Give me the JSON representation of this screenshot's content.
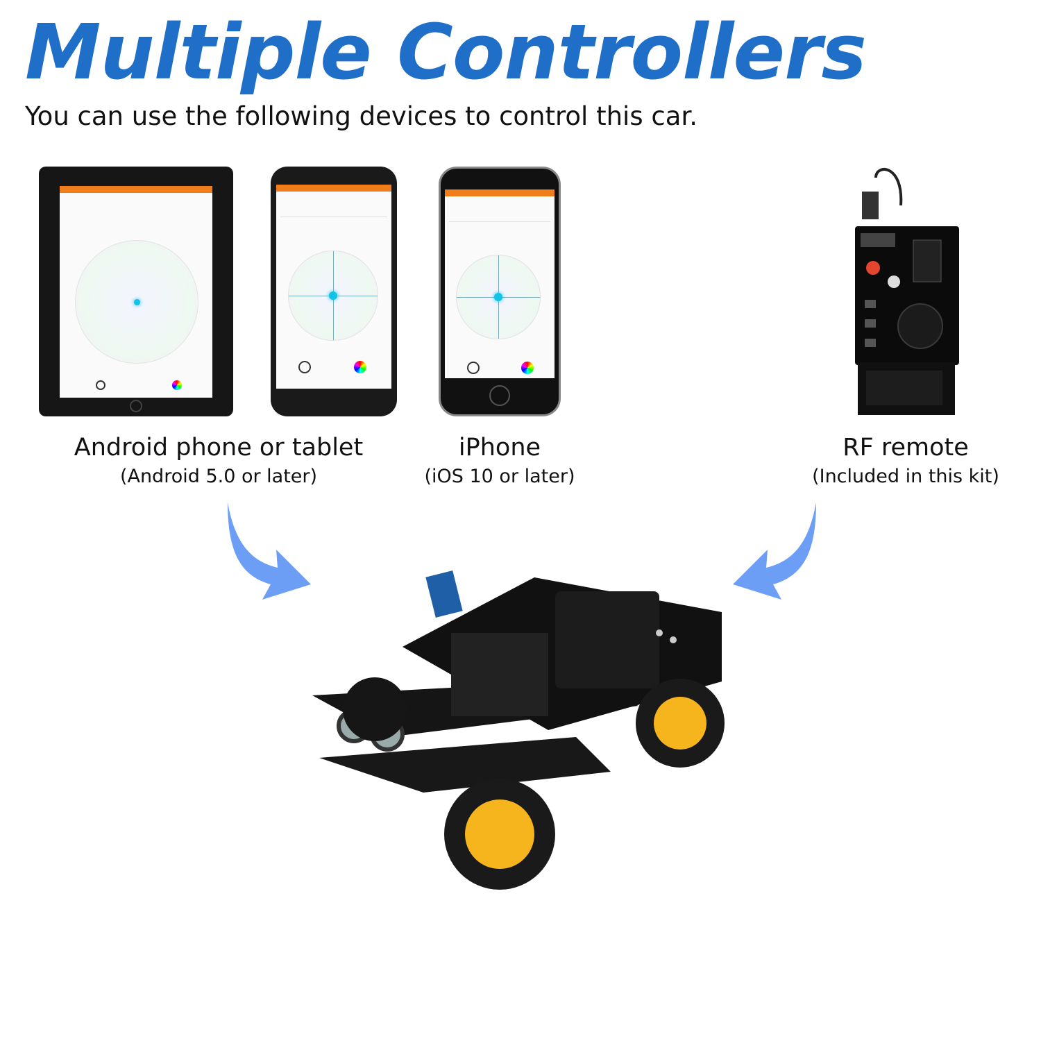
{
  "header": {
    "title": "Multiple Controllers",
    "subtitle": "You can use the following devices to control this car."
  },
  "devices": [
    {
      "name": "Android phone or tablet",
      "note": "(Android 5.0 or later)"
    },
    {
      "name": "iPhone",
      "note": "(iOS 10 or later)"
    },
    {
      "name": "RF remote",
      "note": "(Included in this kit)"
    }
  ],
  "colors": {
    "title": "#1f6fc8",
    "arrow": "#6d9ef5",
    "app_bar": "#ef7d1a",
    "wheel": "#f6b51c"
  },
  "icons": [
    "tablet-icon",
    "android-phone-icon",
    "iphone-icon",
    "rf-remote-icon",
    "robot-car-icon",
    "curved-arrow-icon"
  ]
}
